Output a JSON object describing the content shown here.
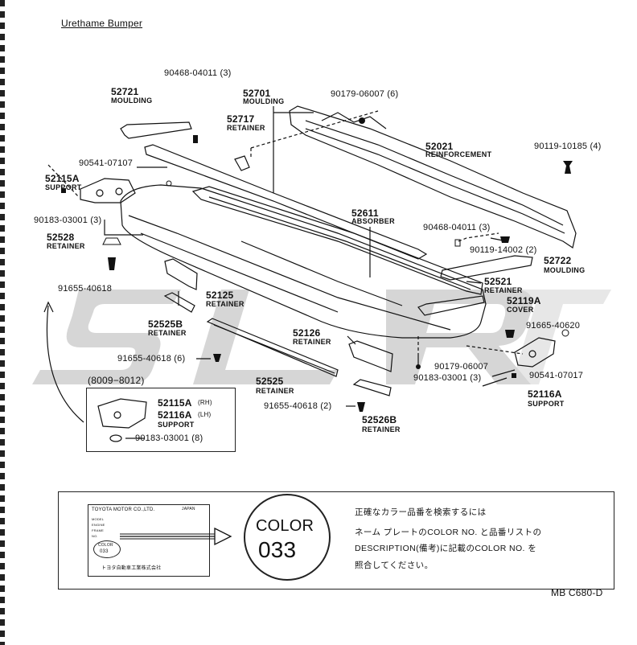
{
  "header": {
    "title": "Urethame Bumper"
  },
  "parts": [
    {
      "id": "90468-04011 (3)"
    },
    {
      "id": "52721",
      "caption": "MOULDING"
    },
    {
      "id": "52701",
      "caption": "MOULDING"
    },
    {
      "id": "52717",
      "caption": "RETAINER"
    },
    {
      "id": "90179-06007 (6)"
    },
    {
      "id": "52021",
      "caption": "REINFORCEMENT"
    },
    {
      "id": "90119-10185 (4)"
    },
    {
      "id": "90541-07107"
    },
    {
      "id": "52115A",
      "caption": "SUPPORT"
    },
    {
      "id": "90183-03001 (3)"
    },
    {
      "id": "52528",
      "caption": "RETAINER"
    },
    {
      "id": "52611",
      "caption": "ABSORBER"
    },
    {
      "id": "90468-04011 (3)"
    },
    {
      "id": "90119-14002 (2)"
    },
    {
      "id": "52722",
      "caption": "MOULDING"
    },
    {
      "id": "91655-40618"
    },
    {
      "id": "52125",
      "caption": "RETAINER"
    },
    {
      "id": "52521",
      "caption": "RETAINER"
    },
    {
      "id": "52119A",
      "caption": "COVER"
    },
    {
      "id": "52525B",
      "caption": "RETAINER"
    },
    {
      "id": "52126",
      "caption": "RETAINER"
    },
    {
      "id": "91665-40620"
    },
    {
      "id": "91655-40618 (6)"
    },
    {
      "id": "90179-06007"
    },
    {
      "id": "90183-03001 (3)"
    },
    {
      "id": "90541-07017"
    },
    {
      "id": "52525",
      "caption": "RETAINER"
    },
    {
      "id": "52116A",
      "caption": "SUPPORT"
    },
    {
      "id": "91655-40618 (2)"
    },
    {
      "id": "52526B",
      "caption": "RETAINER"
    }
  ],
  "inset": {
    "range": "(8009−8012)",
    "rh": "52115A",
    "rh_suffix": "(RH)",
    "lh": "52116A",
    "lh_suffix": "(LH)",
    "caption": "SUPPORT",
    "bolt": "90183-03001 (8)"
  },
  "note": {
    "plate_company": "TOYOTA MOTOR CO.,LTD.",
    "plate_country": "JAPAN",
    "plate_rows": [
      "MODEL",
      "ENGINE",
      "FRAME",
      "NO."
    ],
    "plate_color_word": "COLOR",
    "plate_color_code": "033",
    "plate_footer": "トヨタ自動車工業株式会社",
    "color_word": "COLOR",
    "color_code": "033",
    "jp_lines": [
      "正確なカラー品番を検索するには",
      "ネーム プレートのCOLOR NO. と品番リストの",
      "DESCRIPTION(備考)に記載のCOLOR NO. を",
      "照合してください。"
    ]
  },
  "footer": {
    "code": "MB C680-D"
  },
  "watermark": {
    "text": "SLR",
    "color": "#c8c8c8"
  }
}
